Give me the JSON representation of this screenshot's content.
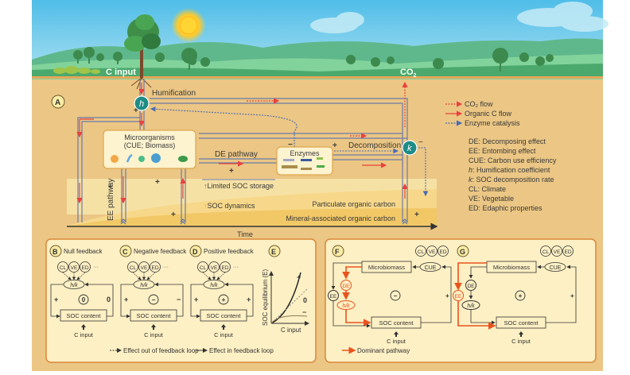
{
  "scene": {
    "c_input_label": "C input",
    "co2_label": "CO",
    "co2_sub": "2"
  },
  "panel_a": {
    "label": "A",
    "humification": "Humification",
    "h_symbol": "h",
    "k_symbol": "k",
    "microorganisms_title": "Microorganisms",
    "microorganisms_sub": "(CUE; Biomass)",
    "de_pathway": "DE pathway",
    "ee_pathway": "EE pathway",
    "enzymes": "Enzymes",
    "decomposition": "Decomposition",
    "limited_soc": "Limited SOC storage",
    "soc_dynamics": "SOC dynamics",
    "poc": "Particulate organic carbon",
    "maoc": "Mineral-associated organic carbon",
    "time": "Time",
    "plus": "+",
    "minus": "−"
  },
  "legend": {
    "flows": [
      {
        "label": "CO₂ flow",
        "style": "dotted",
        "color": "#e8423f"
      },
      {
        "label": "Organic C flow",
        "style": "solid",
        "color": "#e8423f"
      },
      {
        "label": "Enzyme catalysis",
        "style": "dotted",
        "color": "#4a6bb5"
      }
    ],
    "abbreviations": [
      {
        "key": "DE",
        "text": ": Decomposing effect"
      },
      {
        "key": "EE",
        "text": ": Entombing effect"
      },
      {
        "key": "CUE",
        "text": ": Carbon use efficiency"
      },
      {
        "key": "h",
        "text": ": Humification coefficient",
        "italic": true
      },
      {
        "key": "k",
        "text": ": SOC decomposition rate",
        "italic": true
      },
      {
        "key": "CL",
        "text": ": Climate"
      },
      {
        "key": "VE",
        "text": ": Vegetable"
      },
      {
        "key": "ED",
        "text": ": Edaphic properties"
      }
    ]
  },
  "feedback_panels": [
    {
      "label": "B",
      "title": "Null feedback",
      "loop_sign": "0",
      "left_sign": "+",
      "right_sign": "0"
    },
    {
      "label": "C",
      "title": "Negative feedback",
      "loop_sign": "−",
      "left_sign": "+",
      "right_sign": "−"
    },
    {
      "label": "D",
      "title": "Positive feedback",
      "loop_sign": "+",
      "left_sign": "+",
      "right_sign": "+"
    }
  ],
  "feedback_common": {
    "drivers": [
      "CL",
      "VE",
      "ED"
    ],
    "ellipsis": "···",
    "hk": "h/k",
    "soc_content": "SOC content",
    "c_input": "C input",
    "legend_out": "Effect out of feedback loop",
    "legend_in": "Effect in feedback loop"
  },
  "panel_e": {
    "label": "E",
    "ylabel": "SOC equilibrium (E)",
    "xlabel": "C input",
    "curves": [
      {
        "name": "+",
        "shape": "convex"
      },
      {
        "name": "0",
        "shape": "linear"
      },
      {
        "name": "−",
        "shape": "saturating"
      }
    ]
  },
  "panel_f": {
    "label": "F",
    "microbiomass": "Microbiomass",
    "cue": "CUE",
    "de": "DE",
    "ee": "EE",
    "hk": "h/k",
    "soc_content": "SOC content",
    "c_input": "C input",
    "loop_sign": "−",
    "dominant": "Dominant pathway",
    "dominant_color": "#e8531f"
  },
  "panel_g": {
    "label": "G",
    "microbiomass": "Microbiomass",
    "cue": "CUE",
    "de": "DE",
    "ee": "EE",
    "hk": "h/k",
    "soc_content": "SOC content",
    "c_input": "C input",
    "loop_sign": "+"
  },
  "colors": {
    "sky": "#6cc8ea",
    "soil": "#ebc684",
    "panel_bg": "#fdf0c4",
    "panel_border": "#d9883a",
    "pipe": "#6a7ba8",
    "red": "#e8423f",
    "blue": "#4a6bb5",
    "teal": "#1e8c86",
    "orange": "#e8531f"
  }
}
